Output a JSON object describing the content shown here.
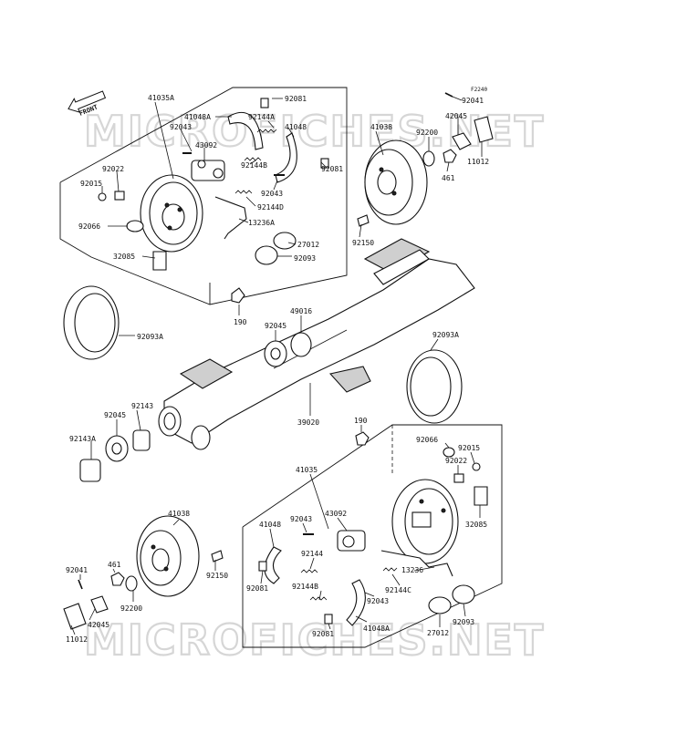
{
  "watermark": "MICROFICHES.NET",
  "figure_code": "F2240",
  "front_label": "FRONT",
  "parts": {
    "p41035A": "41035A",
    "p92081_a": "92081",
    "p41048A_a": "41048A",
    "p92144A": "92144A",
    "p92043_a": "92043",
    "p41048_a": "41048",
    "p43092_a": "43092",
    "p92022_a": "92022",
    "p92015_a": "92015",
    "p92144B_a": "92144B",
    "p92081_b": "92081",
    "p92043_b": "92043",
    "p92144D": "92144D",
    "p92066_a": "92066",
    "p13236A": "13236A",
    "p27012_a": "27012",
    "p92093_a": "92093",
    "p32085_a": "32085",
    "p41038_a": "41038",
    "p92200_a": "92200",
    "p461_a": "461",
    "p92150_a": "92150",
    "p42045_a": "42045",
    "p92041_a": "92041",
    "p11012_a": "11012",
    "p190_a": "190",
    "p92045_a": "92045",
    "p49016": "49016",
    "p92093A_a": "92093A",
    "p92093A_b": "92093A",
    "p39020": "39020",
    "p92143": "92143",
    "p92045_b": "92045",
    "p92143A": "92143A",
    "p190_b": "190",
    "p41035": "41035",
    "p92066_b": "92066",
    "p92015_b": "92015",
    "p92022_b": "92022",
    "p43092_b": "43092",
    "p41048_b": "41048",
    "p92043_c": "92043",
    "p32085_b": "32085",
    "p41038_b": "41038",
    "p92144": "92144",
    "p461_b": "461",
    "p92041_b": "92041",
    "p92150_b": "92150",
    "p92081_c": "92081",
    "p92144B_b": "92144B",
    "p92043_d": "92043",
    "p92144C": "92144C",
    "p13236": "13236",
    "p92200_b": "92200",
    "p42045_b": "42045",
    "p11012_b": "11012",
    "p27012_b": "27012",
    "p92093_b": "92093",
    "p92081_d": "92081",
    "p41048A_b": "41048A"
  }
}
